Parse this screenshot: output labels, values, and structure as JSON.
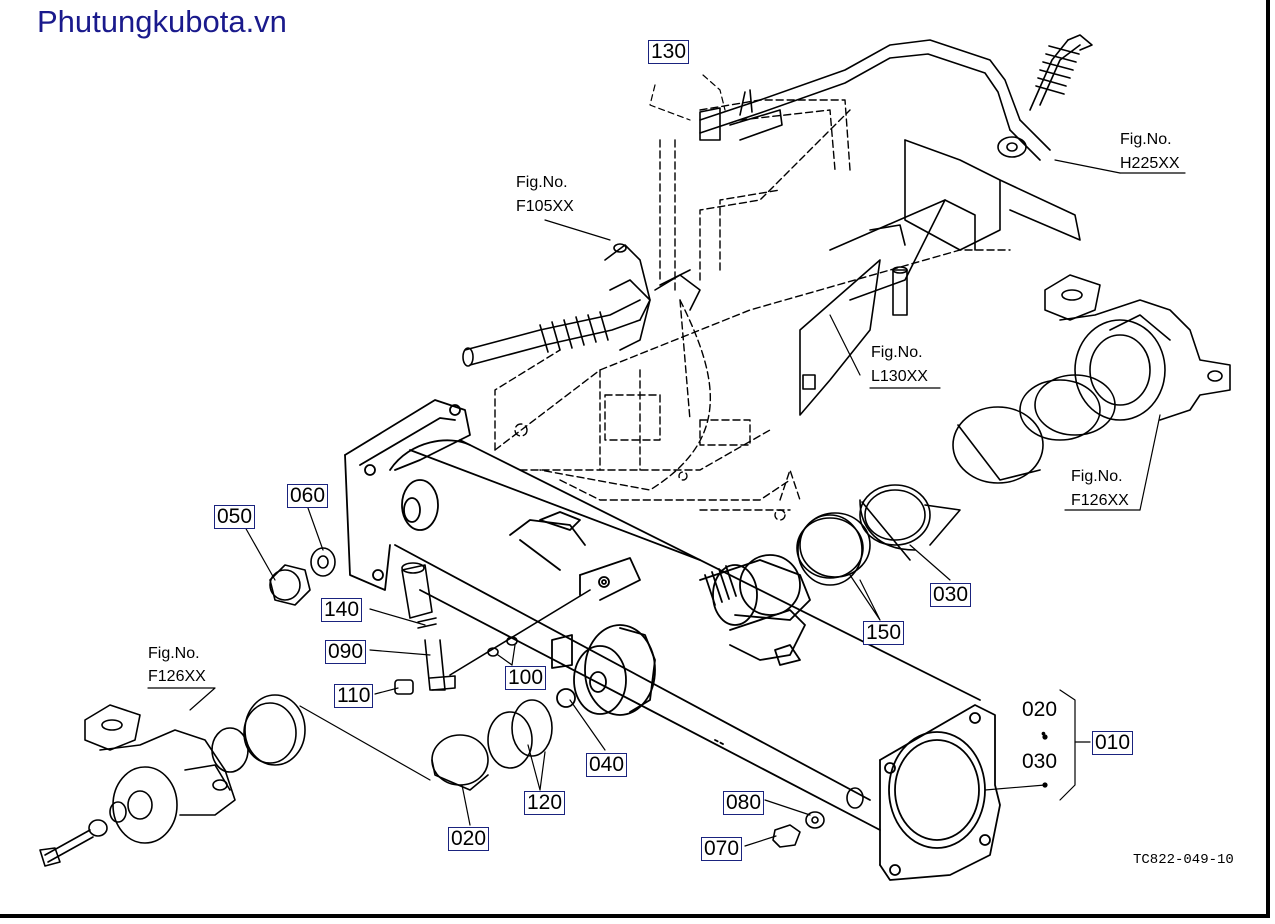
{
  "watermark": "Phutungkubota.vn",
  "drawing_code": "TC822-049-10",
  "callouts": {
    "c010": "010",
    "c020": "020",
    "c030": "030",
    "c040": "040",
    "c050": "050",
    "c060": "060",
    "c070": "070",
    "c080": "080",
    "c090": "090",
    "c100": "100",
    "c110": "110",
    "c120": "120",
    "c130": "130",
    "c140": "140",
    "c150": "150"
  },
  "assembly_list": {
    "top": "020",
    "bottom": "030"
  },
  "fig_refs": {
    "f105": {
      "label": "Fig.No.",
      "code": "F105XX"
    },
    "h225": {
      "label": "Fig.No.",
      "code": "H225XX"
    },
    "l130": {
      "label": "Fig.No.",
      "code": "L130XX"
    },
    "f126_right": {
      "label": "Fig.No.",
      "code": "F126XX"
    },
    "f126_left": {
      "label": "Fig.No.",
      "code": "F126XX"
    }
  }
}
